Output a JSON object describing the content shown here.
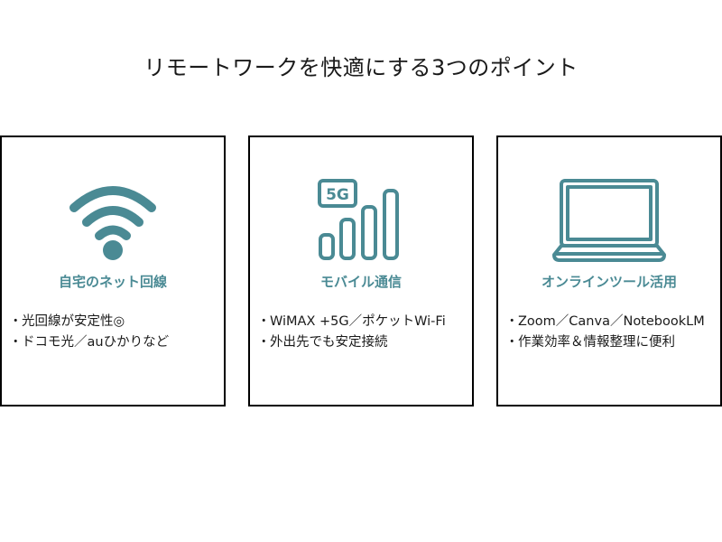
{
  "page": {
    "title": "リモートワークを快適にする3つのポイント"
  },
  "colors": {
    "accent": "#4a8a94",
    "border": "#000000",
    "text": "#1a1a1a",
    "background": "#ffffff"
  },
  "cards": [
    {
      "icon": "wifi-icon",
      "heading": "自宅のネット回線",
      "bullet": "・",
      "items": [
        "光回線が安定性◎",
        "ドコモ光／auひかりなど"
      ]
    },
    {
      "icon": "signal-5g-icon",
      "icon_label": "5G",
      "heading": "モバイル通信",
      "bullet": "・",
      "items": [
        "WiMAX +5G／ポケットWi-Fi",
        "外出先でも安定接続"
      ]
    },
    {
      "icon": "laptop-icon",
      "heading": "オンラインツール活用",
      "bullet": "・",
      "items": [
        "Zoom／Canva／NotebookLM",
        "作業効率＆情報整理に便利"
      ]
    }
  ]
}
